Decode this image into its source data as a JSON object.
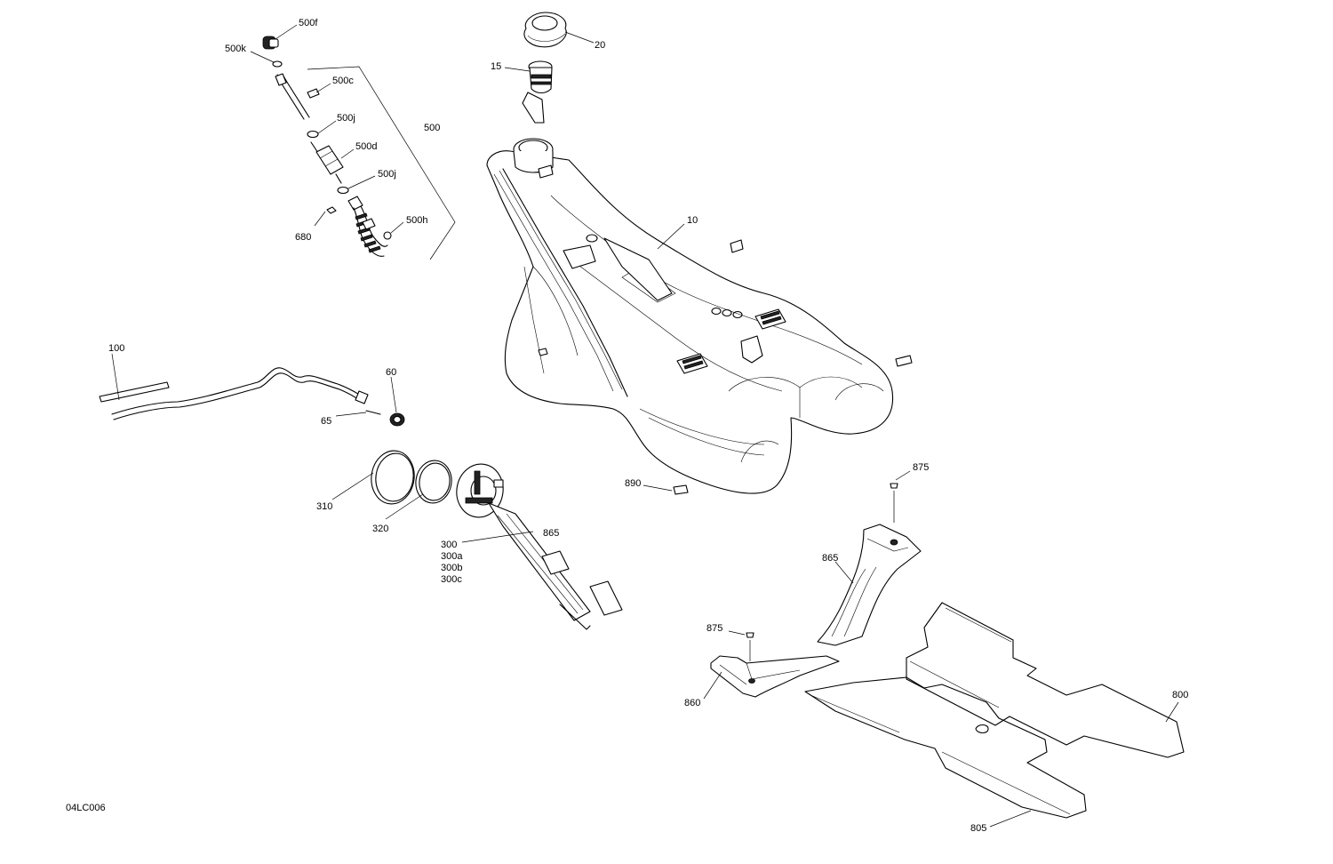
{
  "figure_id": "04LC006",
  "callouts": {
    "c500f": "500f",
    "c500k": "500k",
    "c500c": "500c",
    "c500j_a": "500j",
    "c500d": "500d",
    "c500j_b": "500j",
    "c500h": "500h",
    "c680": "680",
    "c500": "500",
    "c20": "20",
    "c15": "15",
    "c10": "10",
    "c100": "100",
    "c60": "60",
    "c65": "65",
    "c310": "310",
    "c320": "320",
    "c300": "300",
    "c300a": "300a",
    "c300b": "300b",
    "c300c": "300c",
    "c865_a": "865",
    "c890": "890",
    "c875_a": "875",
    "c865_b": "865",
    "c875_b": "875",
    "c860": "860",
    "c800": "800",
    "c805": "805"
  }
}
